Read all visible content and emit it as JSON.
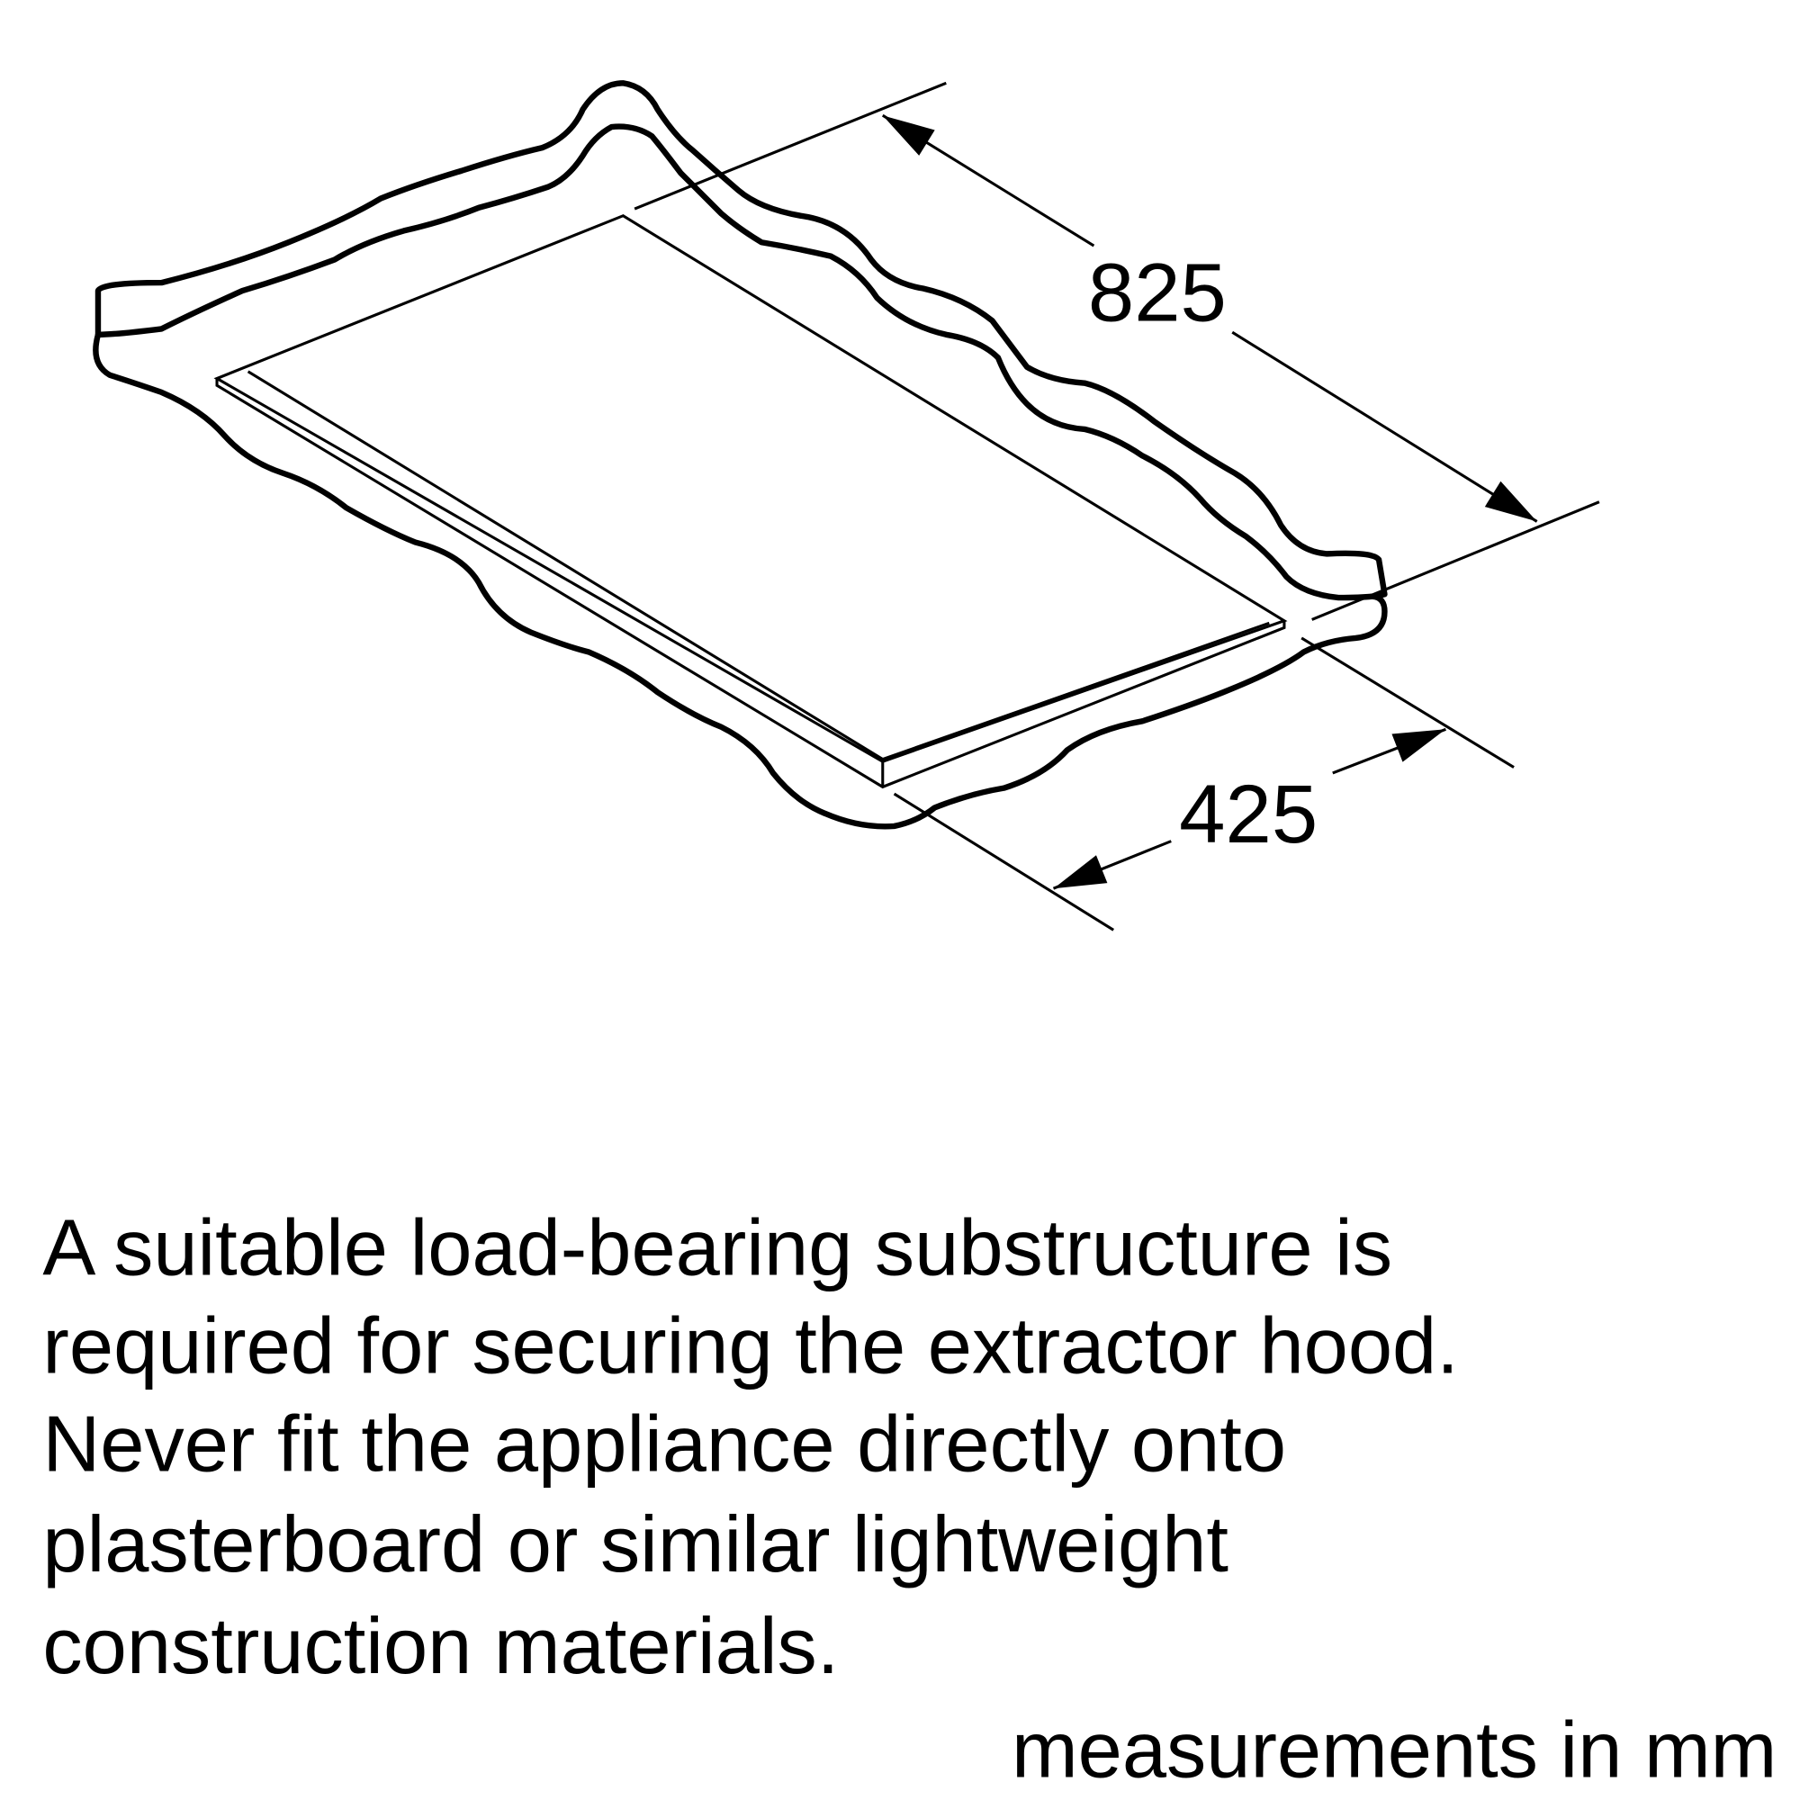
{
  "diagram": {
    "dimensions": {
      "length": "825",
      "width": "425"
    },
    "colors": {
      "line": "#000000",
      "background": "#ffffff"
    }
  },
  "note": {
    "lines": [
      "A suitable load-bearing substructure is",
      "required for securing the extractor hood.",
      "Never fit the appliance directly onto",
      "plasterboard or similar lightweight",
      "construction materials."
    ]
  },
  "units_label": "measurements in mm"
}
